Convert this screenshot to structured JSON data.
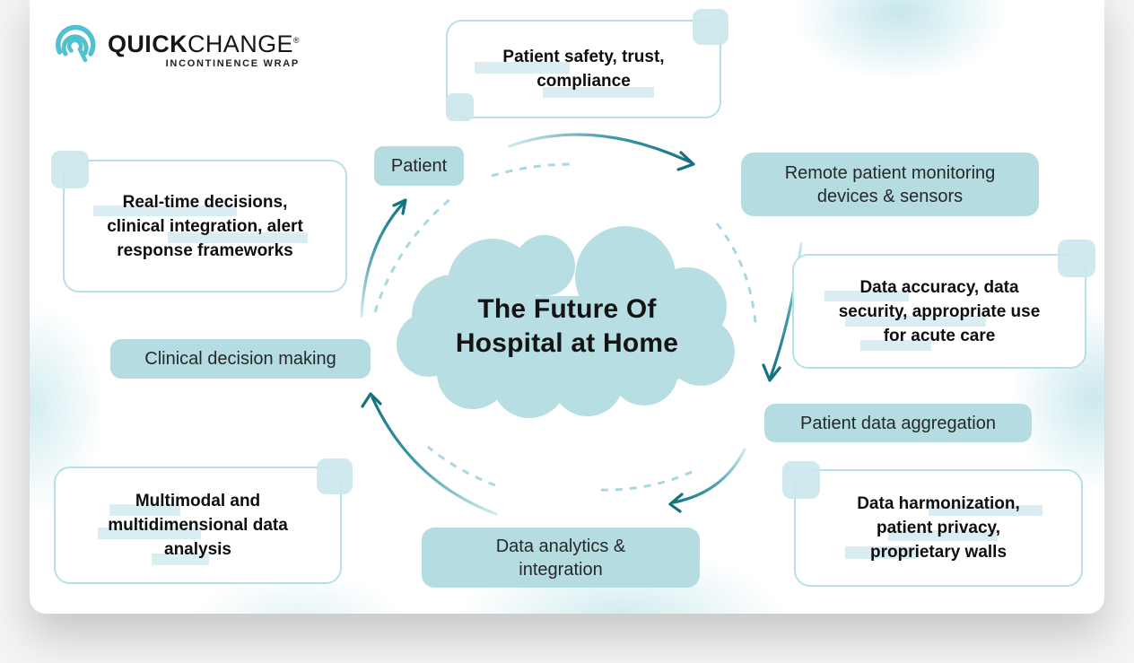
{
  "logo": {
    "brand_primary": "QUICK",
    "brand_secondary": "CHANGE",
    "mark": "®",
    "tagline": "INCONTINENCE WRAP"
  },
  "center_cloud": {
    "line1": "The Future Of",
    "line2": "Hospital at Home"
  },
  "cycle_nodes": {
    "patient": {
      "label": "Patient"
    },
    "remote_monitoring": {
      "line1": "Remote patient monitoring",
      "line2": "devices & sensors"
    },
    "data_aggregation": {
      "label": "Patient data aggregation"
    },
    "data_analytics": {
      "line1": "Data analytics &",
      "line2": "integration"
    },
    "clinical_decision": {
      "label": "Clinical decision making"
    }
  },
  "annotations": {
    "top": {
      "lines": [
        "Patient safety, trust,",
        "compliance"
      ]
    },
    "left": {
      "lines": [
        "Real-time decisions,",
        "clinical integration, alert",
        "response frameworks"
      ]
    },
    "right": {
      "lines": [
        "Data accuracy, data",
        "security, appropriate use",
        "for acute care"
      ]
    },
    "bottom_left": {
      "lines": [
        "Multimodal and",
        "multidimensional data",
        "analysis"
      ]
    },
    "bottom_right": {
      "lines": [
        "Data harmonization,",
        "patient privacy,",
        "proprietary walls"
      ]
    }
  },
  "colors": {
    "teal_fill": "#b5dce1",
    "cloud_fill": "#b6dee3",
    "arrow_dark": "#15717f",
    "dashed_arc": "#a9d8e2",
    "note_border": "#b4e0e8",
    "text_highlight": "#d9edf2",
    "corner_square": "#cbe7ed",
    "logo_teal": "#4fc1cf"
  }
}
